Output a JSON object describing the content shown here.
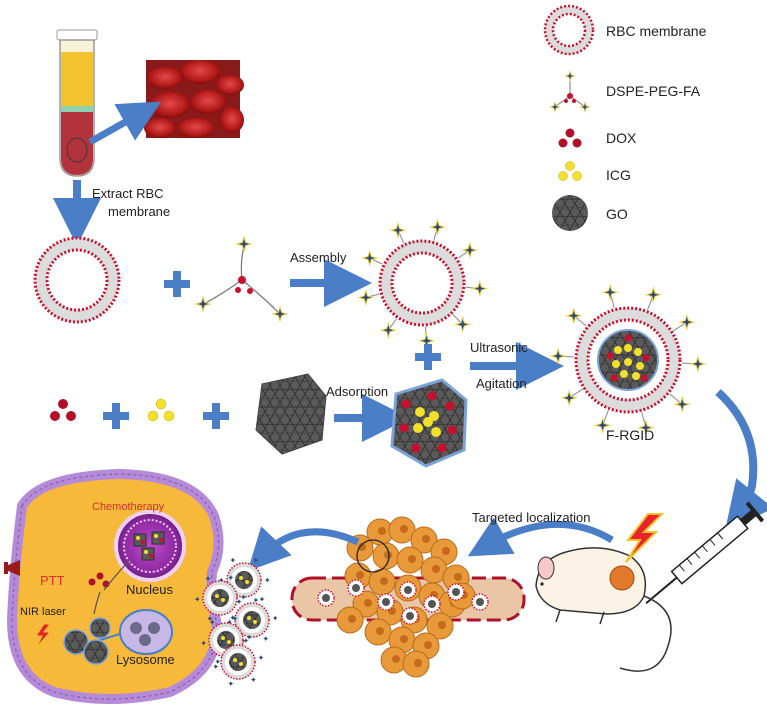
{
  "legend": [
    {
      "label": "RBC membrane",
      "icon": "rbc-membrane-icon"
    },
    {
      "label": "DSPE-PEG-FA",
      "icon": "dspe-peg-fa-icon"
    },
    {
      "label": "DOX",
      "icon": "dox-icon"
    },
    {
      "label": "ICG",
      "icon": "icg-icon"
    },
    {
      "label": "GO",
      "icon": "go-icon"
    }
  ],
  "steps": {
    "extract_line1": "Extract RBC",
    "extract_line2": "membrane",
    "assembly": "Assembly",
    "ultrasonic": "Ultrasonic",
    "agitation": "Agitation",
    "adsorption": "Adsorption",
    "product": "F-RGID",
    "targeting": "Targeted localization"
  },
  "cell": {
    "chemotherapy": "Chemotherapy",
    "ptt": "PTT",
    "nir_laser": "NIR laser",
    "nucleus": "Nucleus",
    "lysosome": "Lysosome"
  },
  "colors": {
    "arrow": "#4a7ec6",
    "membrane_red": "#c8102e",
    "dox": "#b0102a",
    "icg": "#f2e12a",
    "go": "#555555",
    "star": "#2a4a7a",
    "cell_fill": "#f7b93a",
    "cell_membrane": "#b58bd8",
    "tumor": "#e89a3a",
    "vessel": "#e8c6a6"
  }
}
